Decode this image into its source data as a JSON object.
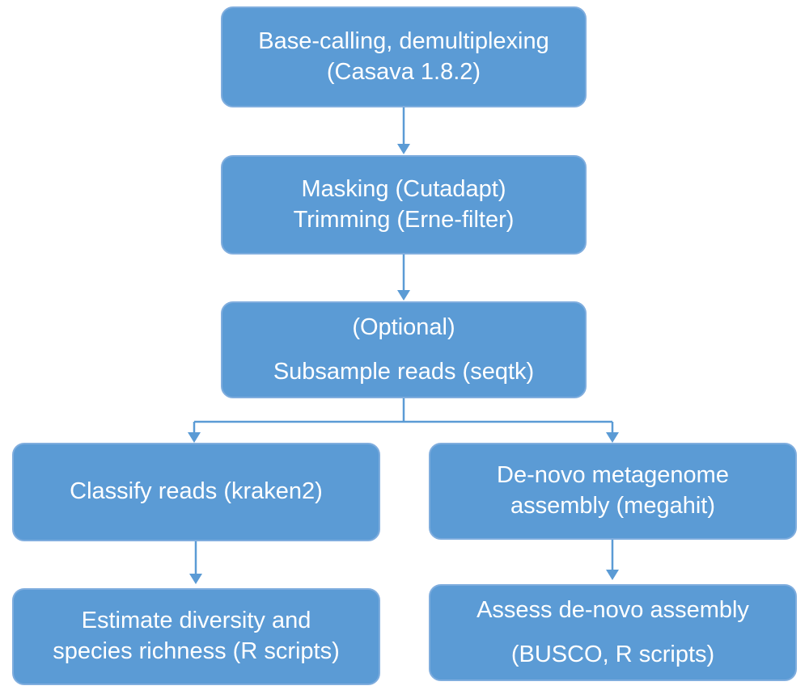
{
  "colors": {
    "background": "#ffffff",
    "node-fill": "#5b9bd5",
    "node-border": "#7fadde",
    "node-text": "#ffffff",
    "arrow": "#5b9bd5"
  },
  "flowchart": {
    "nodes": {
      "base_calling": {
        "lines": [
          "Base-calling, demultiplexing",
          "(Casava 1.8.2)"
        ]
      },
      "masking_trimming": {
        "lines": [
          "Masking (Cutadapt)",
          "Trimming (Erne-filter)"
        ]
      },
      "subsample": {
        "lines": [
          "(Optional)",
          "Subsample reads (seqtk)"
        ]
      },
      "classify": {
        "lines": [
          "Classify reads (kraken2)"
        ]
      },
      "estimate": {
        "lines": [
          "Estimate diversity and",
          "species richness (R scripts)"
        ]
      },
      "assembly": {
        "lines": [
          "De-novo metagenome",
          "assembly (megahit)"
        ]
      },
      "assess": {
        "lines": [
          "Assess de-novo assembly",
          "(BUSCO, R scripts)"
        ]
      }
    }
  }
}
